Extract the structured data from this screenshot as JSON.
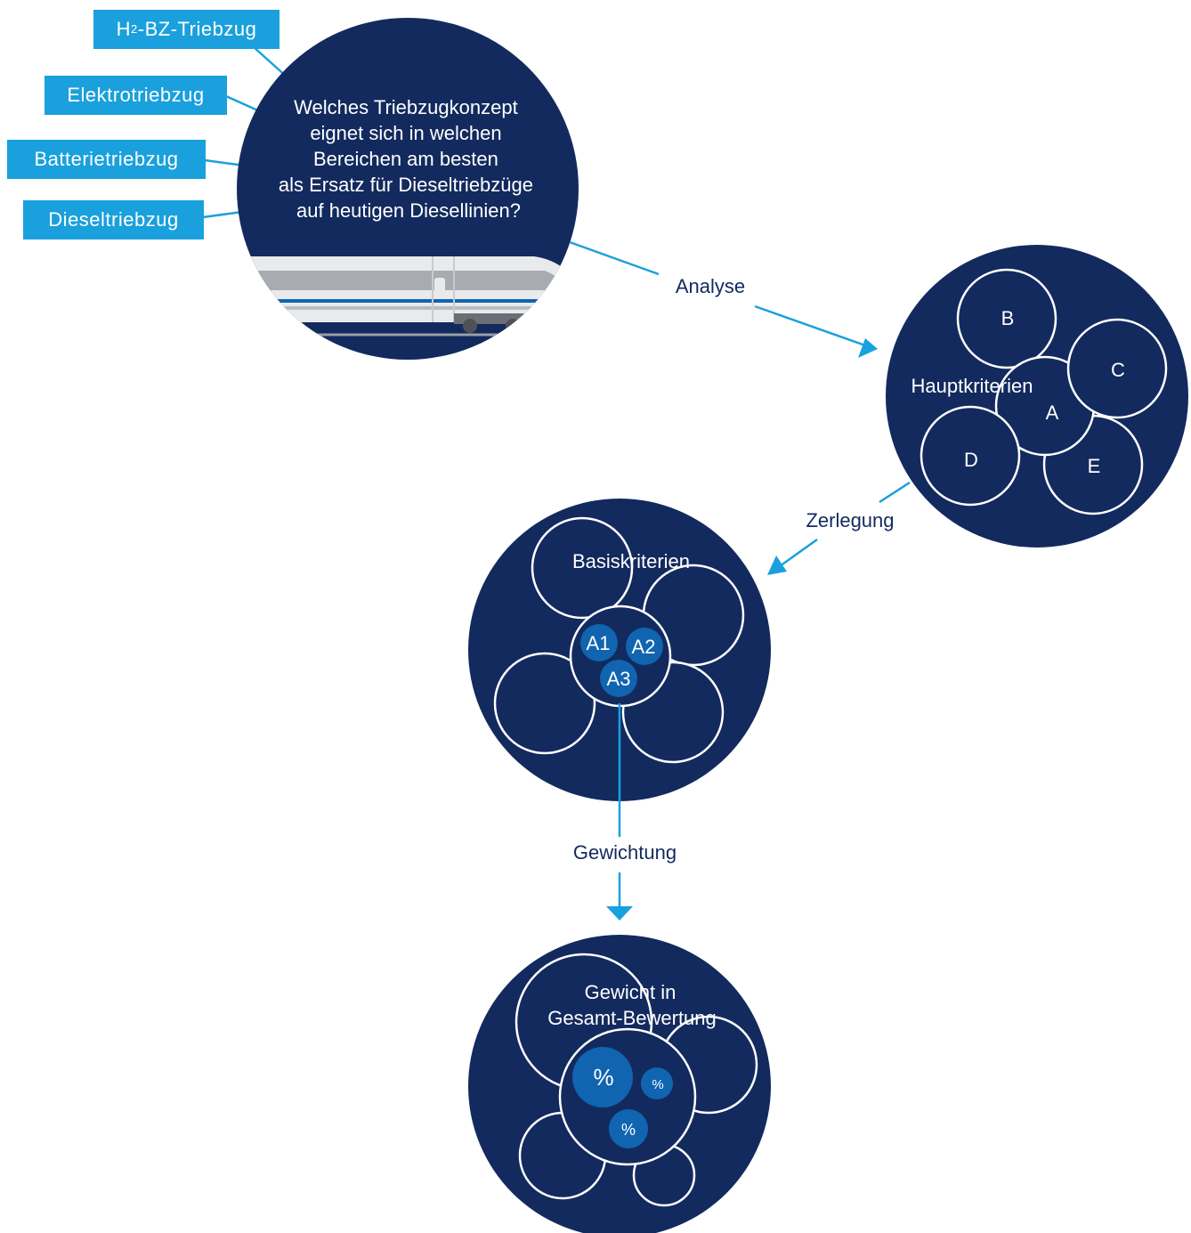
{
  "colors": {
    "navy": "#132a5e",
    "accent": "#1aa0dc",
    "medium_blue": "#1064b0",
    "white": "#ffffff"
  },
  "tags": {
    "h2": {
      "prefix": "H",
      "subscript": "2",
      "suffix": "-BZ-Triebzug"
    },
    "elektro": "Elektrotriebzug",
    "batterie": "Batterietriebzug",
    "diesel": "Dieseltriebzug"
  },
  "question": {
    "line1": "Welches Triebzugkonzept",
    "line2": "eignet sich in welchen",
    "line3": "Bereichen am besten",
    "line4": "als Ersatz für Dieseltriebzüge",
    "line5": "auf heutigen Diesellinien?"
  },
  "steps": {
    "analyse": "Analyse",
    "zerlegung": "Zerlegung",
    "gewichtung": "Gewichtung"
  },
  "hauptkriterien": {
    "title": "Hauptkriterien",
    "a": "A",
    "b": "B",
    "c": "C",
    "d": "D",
    "e": "E"
  },
  "basiskriterien": {
    "title": "Basiskriterien",
    "a1": "A1",
    "a2": "A2",
    "a3": "A3"
  },
  "gewicht": {
    "line1": "Gewicht in",
    "line2": "Gesamt-Bewertung",
    "percent_large": "%",
    "percent_small_1": "%",
    "percent_small_2": "%"
  }
}
